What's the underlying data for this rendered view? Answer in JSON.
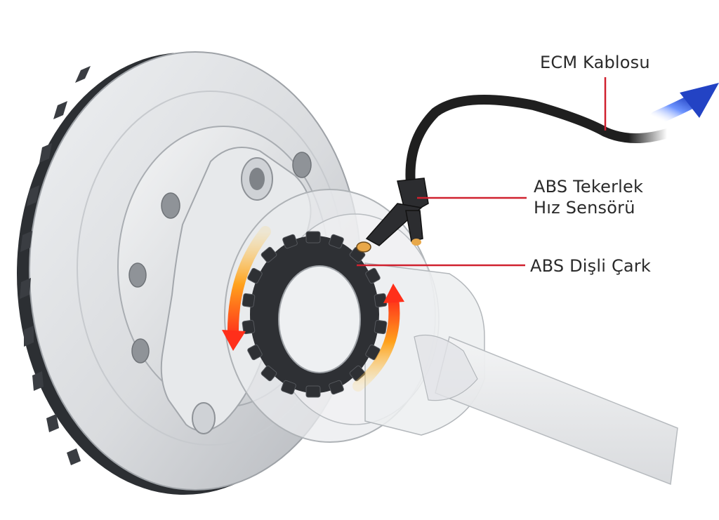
{
  "labels": {
    "ecm_cable": "ECM Kablosu",
    "wheel_speed_sensor_line1": "ABS Tekerlek",
    "wheel_speed_sensor_line2": "Hız Sensörü",
    "tone_ring": "ABS Dişli Çark"
  },
  "colors": {
    "leader_line": "#d0212f",
    "rotor": "#d9dbde",
    "rotor_shade": "#b9bcc1",
    "vent_dark": "#3a3d42",
    "tone_ring": "#2e3034",
    "cable": "#1f1f1f",
    "arrow_hot": "#ff3b1f",
    "arrow_warm": "#ffb21a",
    "direction_arrow": "#2b5bd6"
  },
  "icons": {
    "direction_arrow": "arrow-right-icon",
    "rotation_arrows": "rotation-arrow-icon"
  }
}
